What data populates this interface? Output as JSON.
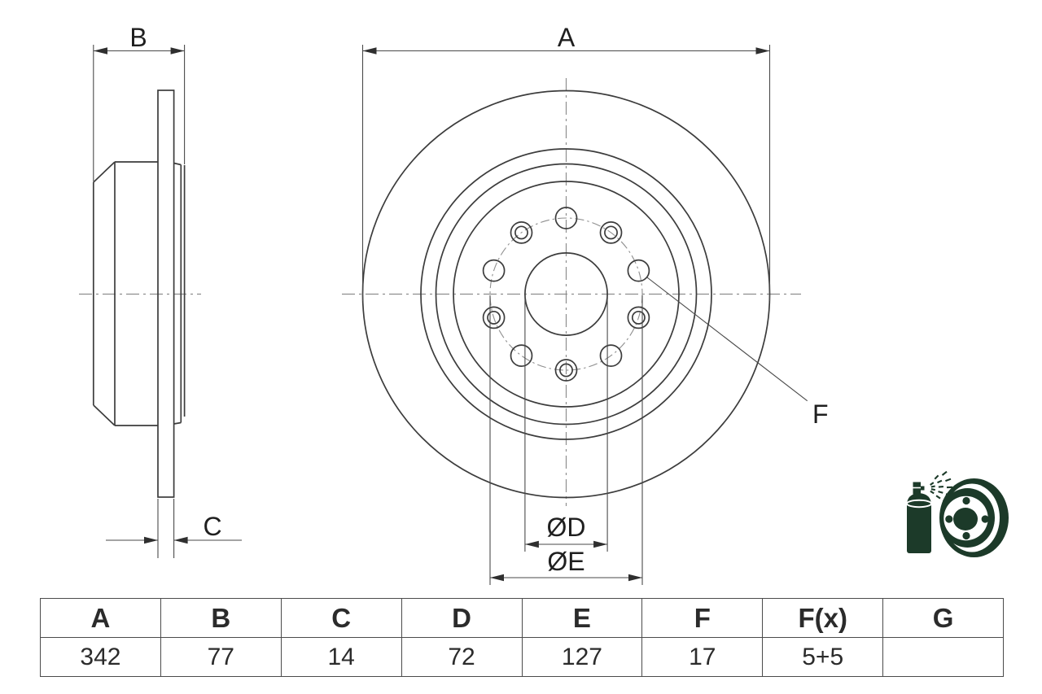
{
  "drawing": {
    "labels": {
      "a": "A",
      "b": "B",
      "c": "C",
      "d": "ØD",
      "e": "ØE",
      "f": "F"
    }
  },
  "table": {
    "headers": [
      "A",
      "B",
      "C",
      "D",
      "E",
      "F",
      "F(x)",
      "G"
    ],
    "values": [
      "342",
      "77",
      "14",
      "72",
      "127",
      "17",
      "5+5",
      ""
    ]
  },
  "icon": {
    "name": "spray-coated-brake-disc",
    "color": "#1c3a29"
  },
  "colors": {
    "background": "#ffffff",
    "line": "#3c3c3c",
    "centerline": "#8e8e8e",
    "text": "#1f1f1f",
    "table_border": "#4b4b4b"
  }
}
